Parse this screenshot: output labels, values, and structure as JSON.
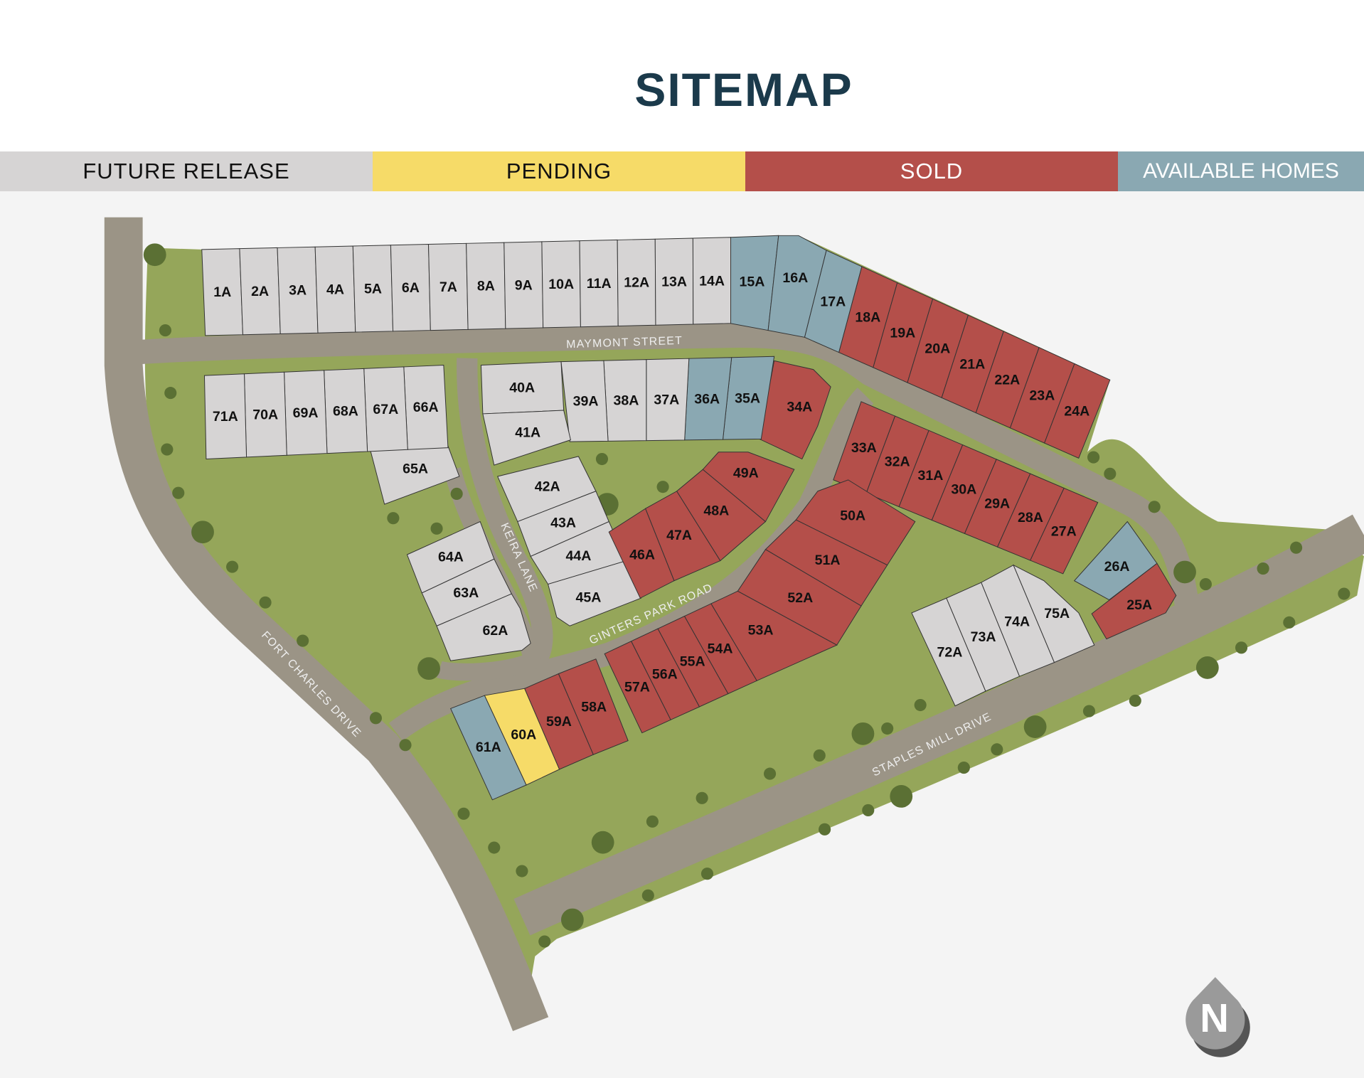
{
  "title": "SITEMAP",
  "legend": [
    {
      "label": "FUTURE RELEASE",
      "status": "future",
      "color": "#d6d4d4",
      "text_color": "#111111"
    },
    {
      "label": "PENDING",
      "status": "pending",
      "color": "#f6db68",
      "text_color": "#111111"
    },
    {
      "label": "SOLD",
      "status": "sold",
      "color": "#b44f4a",
      "text_color": "#ffffff"
    },
    {
      "label": "AVAILABLE HOMES",
      "status": "available",
      "color": "#8aa8b2",
      "text_color": "#ffffff"
    }
  ],
  "streets": {
    "maymont": "MAYMONT STREET",
    "keira": "KEIRA LANE",
    "ginters": "GINTERS PARK ROAD",
    "fort_charles": "FORT CHARLES DRIVE",
    "staples_mill": "STAPLES MILL DRIVE"
  },
  "compass": "N",
  "lots": [
    {
      "id": "1A",
      "status": "future"
    },
    {
      "id": "2A",
      "status": "future"
    },
    {
      "id": "3A",
      "status": "future"
    },
    {
      "id": "4A",
      "status": "future"
    },
    {
      "id": "5A",
      "status": "future"
    },
    {
      "id": "6A",
      "status": "future"
    },
    {
      "id": "7A",
      "status": "future"
    },
    {
      "id": "8A",
      "status": "future"
    },
    {
      "id": "9A",
      "status": "future"
    },
    {
      "id": "10A",
      "status": "future"
    },
    {
      "id": "11A",
      "status": "future"
    },
    {
      "id": "12A",
      "status": "future"
    },
    {
      "id": "13A",
      "status": "future"
    },
    {
      "id": "14A",
      "status": "future"
    },
    {
      "id": "15A",
      "status": "available"
    },
    {
      "id": "16A",
      "status": "available"
    },
    {
      "id": "17A",
      "status": "available"
    },
    {
      "id": "18A",
      "status": "sold"
    },
    {
      "id": "19A",
      "status": "sold"
    },
    {
      "id": "20A",
      "status": "sold"
    },
    {
      "id": "21A",
      "status": "sold"
    },
    {
      "id": "22A",
      "status": "sold"
    },
    {
      "id": "23A",
      "status": "sold"
    },
    {
      "id": "24A",
      "status": "sold"
    },
    {
      "id": "25A",
      "status": "sold"
    },
    {
      "id": "26A",
      "status": "available"
    },
    {
      "id": "27A",
      "status": "sold"
    },
    {
      "id": "28A",
      "status": "sold"
    },
    {
      "id": "29A",
      "status": "sold"
    },
    {
      "id": "30A",
      "status": "sold"
    },
    {
      "id": "31A",
      "status": "sold"
    },
    {
      "id": "32A",
      "status": "sold"
    },
    {
      "id": "33A",
      "status": "sold"
    },
    {
      "id": "34A",
      "status": "sold"
    },
    {
      "id": "35A",
      "status": "available"
    },
    {
      "id": "36A",
      "status": "available"
    },
    {
      "id": "37A",
      "status": "future"
    },
    {
      "id": "38A",
      "status": "future"
    },
    {
      "id": "39A",
      "status": "future"
    },
    {
      "id": "40A",
      "status": "future"
    },
    {
      "id": "41A",
      "status": "future"
    },
    {
      "id": "42A",
      "status": "future"
    },
    {
      "id": "43A",
      "status": "future"
    },
    {
      "id": "44A",
      "status": "future"
    },
    {
      "id": "45A",
      "status": "future"
    },
    {
      "id": "46A",
      "status": "sold"
    },
    {
      "id": "47A",
      "status": "sold"
    },
    {
      "id": "48A",
      "status": "sold"
    },
    {
      "id": "49A",
      "status": "sold"
    },
    {
      "id": "50A",
      "status": "sold"
    },
    {
      "id": "51A",
      "status": "sold"
    },
    {
      "id": "52A",
      "status": "sold"
    },
    {
      "id": "53A",
      "status": "sold"
    },
    {
      "id": "54A",
      "status": "sold"
    },
    {
      "id": "55A",
      "status": "sold"
    },
    {
      "id": "56A",
      "status": "sold"
    },
    {
      "id": "57A",
      "status": "sold"
    },
    {
      "id": "58A",
      "status": "sold"
    },
    {
      "id": "59A",
      "status": "sold"
    },
    {
      "id": "60A",
      "status": "pending"
    },
    {
      "id": "61A",
      "status": "available"
    },
    {
      "id": "62A",
      "status": "future"
    },
    {
      "id": "63A",
      "status": "future"
    },
    {
      "id": "64A",
      "status": "future"
    },
    {
      "id": "65A",
      "status": "future"
    },
    {
      "id": "66A",
      "status": "future"
    },
    {
      "id": "67A",
      "status": "future"
    },
    {
      "id": "68A",
      "status": "future"
    },
    {
      "id": "69A",
      "status": "future"
    },
    {
      "id": "70A",
      "status": "future"
    },
    {
      "id": "71A",
      "status": "future"
    },
    {
      "id": "72A",
      "status": "future"
    },
    {
      "id": "73A",
      "status": "future"
    },
    {
      "id": "74A",
      "status": "future"
    },
    {
      "id": "75A",
      "status": "future"
    }
  ]
}
